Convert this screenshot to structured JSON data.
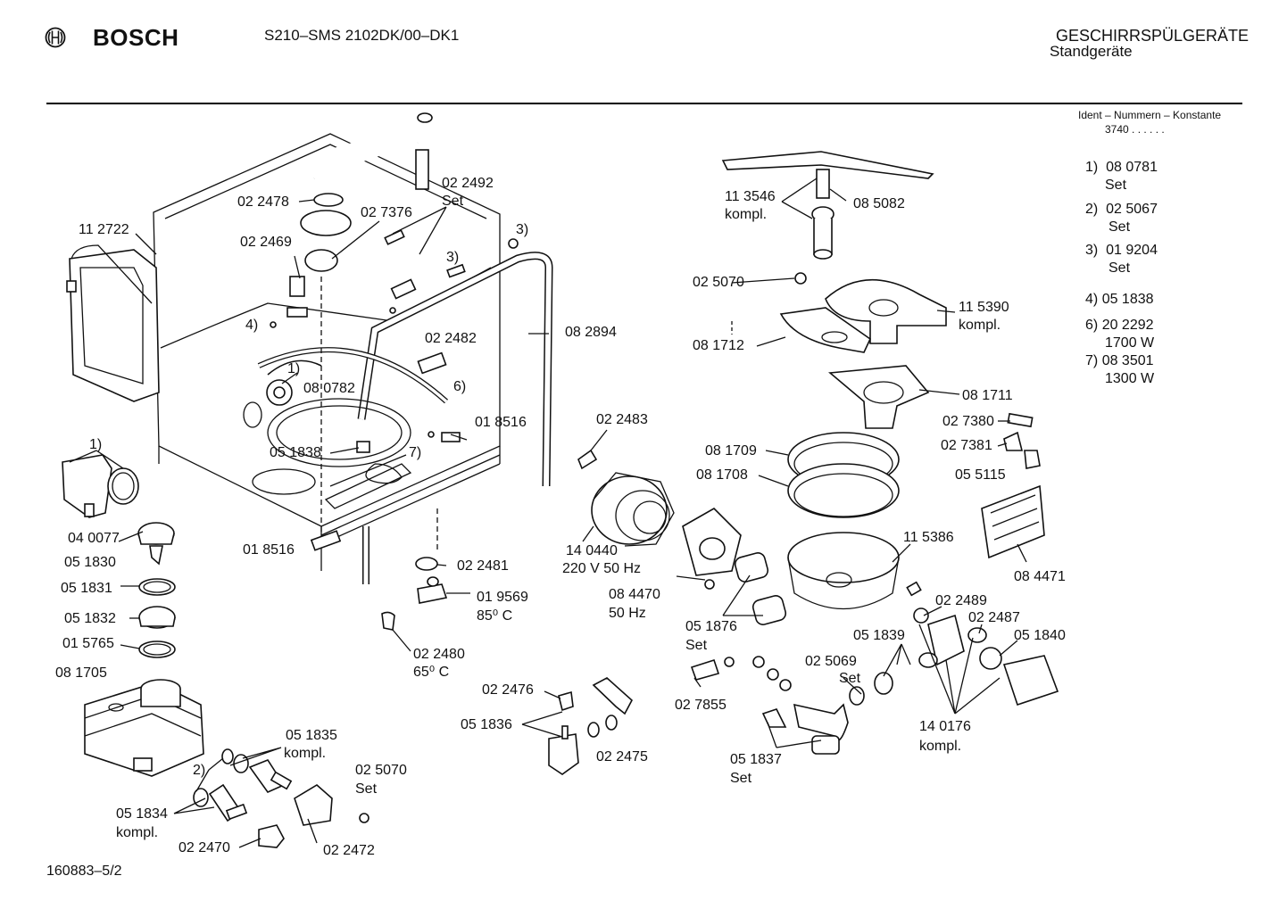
{
  "header": {
    "brand": "BOSCH",
    "model": "S210–SMS 2102DK/00–DK1",
    "category": "GESCHIRRSPÜLGERÄTE",
    "subcategory": "Standgeräte",
    "ident_label": "Ident – Nummern – Konstante",
    "ident_value": "3740 . . . . . ."
  },
  "legend": [
    {
      "key": "1)",
      "value": "08 0781",
      "note": "Set"
    },
    {
      "key": "2)",
      "value": "02 5067",
      "note": "Set"
    },
    {
      "key": "3)",
      "value": "01 9204",
      "note": "Set"
    },
    {
      "key": "4)",
      "value": "05 1838",
      "note": ""
    },
    {
      "key": "6)",
      "value": "20 2292",
      "note": "1700 W"
    },
    {
      "key": "7)",
      "value": "08 3501",
      "note": "1300 W"
    }
  ],
  "labels": {
    "l_112722": "11 2722",
    "l_022478": "02 2478",
    "l_022492": "02 2492",
    "l_022492_set": "Set",
    "l_027376": "02 7376",
    "l_022469": "02 2469",
    "l_3a": "3)",
    "l_3b": "3)",
    "l_4": "4)",
    "l_082894": "08 2894",
    "l_022482": "02 2482",
    "l_1a": "1)",
    "l_080782": "08 0782",
    "l_6": "6)",
    "l_018516a": "01 8516",
    "l_051838": "05 1838",
    "l_7": "7)",
    "l_018516b": "01 8516",
    "l_1b": "1)",
    "l_040077": "04 0077",
    "l_051830": "05 1830",
    "l_051831": "05 1831",
    "l_051832": "05 1832",
    "l_015765": "01 5765",
    "l_081705": "08 1705",
    "l_022481": "02 2481",
    "l_019569": "01 9569",
    "l_85c": "85⁰ C",
    "l_022480": "02 2480",
    "l_65c": "65⁰ C",
    "l_051835": "05 1835",
    "l_051835_k": "kompl.",
    "l_2": "2)",
    "l_025070b": "02 5070",
    "l_025070b_set": "Set",
    "l_051834": "05 1834",
    "l_051834_k": "kompl.",
    "l_022470": "02 2470",
    "l_022472": "02 2472",
    "l_022476": "02 2476",
    "l_051836": "05 1836",
    "l_022475": "02 2475",
    "l_022483": "02 2483",
    "l_140440": "14 0440",
    "l_220v": "220 V 50 Hz",
    "l_084470": "08 4470",
    "l_50hz": "50 Hz",
    "l_051876": "05 1876",
    "l_051876_set": "Set",
    "l_027855": "02 7855",
    "l_051837": "05 1837",
    "l_051837_set": "Set",
    "l_113546": "11 3546",
    "l_113546_k": "kompl.",
    "l_085082": "08 5082",
    "l_025070a": "02 5070",
    "l_115390": "11 5390",
    "l_115390_k": "kompl.",
    "l_081712": "08 1712",
    "l_081711": "08 1711",
    "l_027380": "02 7380",
    "l_027381": "02 7381",
    "l_055115": "05 5115",
    "l_081709": "08 1709",
    "l_081708": "08 1708",
    "l_115386": "11 5386",
    "l_084471": "08 4471",
    "l_022489": "02 2489",
    "l_022487": "02 2487",
    "l_051839": "05 1839",
    "l_051840": "05 1840",
    "l_025069": "02 5069",
    "l_025069_set": "Set",
    "l_140176": "14 0176",
    "l_140176_k": "kompl."
  },
  "footer": "160883–5/2"
}
